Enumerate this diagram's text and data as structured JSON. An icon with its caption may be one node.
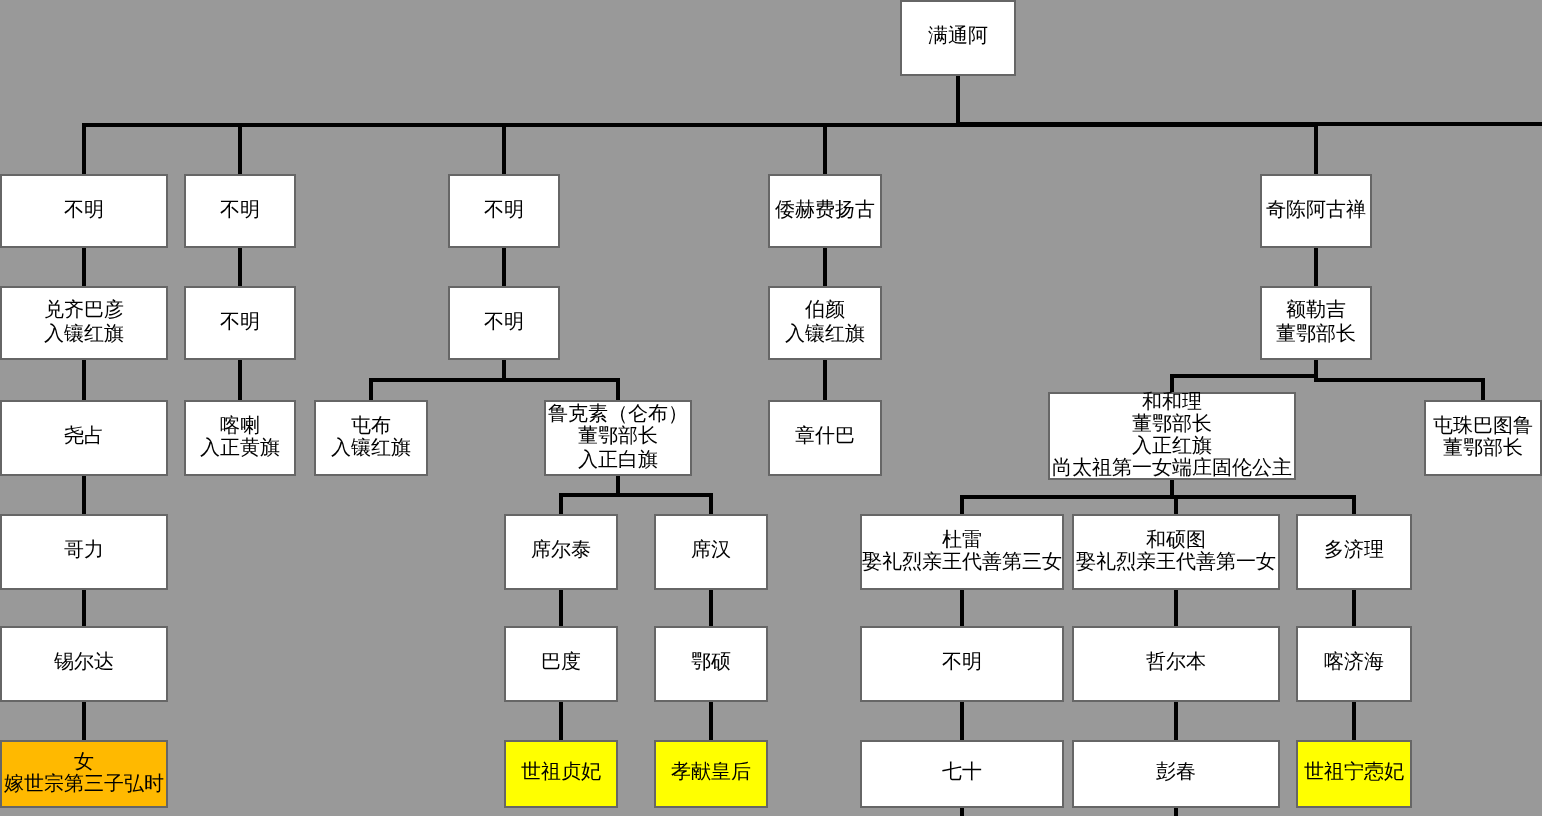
{
  "diagram": {
    "nodes": [
      {
        "text": [
          "满通阿"
        ]
      },
      {
        "text": [
          "不明"
        ]
      },
      {
        "text": [
          "不明"
        ]
      },
      {
        "text": [
          "不明"
        ]
      },
      {
        "text": [
          "倭赫费扬古"
        ]
      },
      {
        "text": [
          "奇陈阿古禅"
        ]
      },
      {
        "text": [
          "兑齐巴彦",
          "入镶红旗"
        ]
      },
      {
        "text": [
          "不明"
        ]
      },
      {
        "text": [
          "不明"
        ]
      },
      {
        "text": [
          "伯颜",
          "入镶红旗"
        ]
      },
      {
        "text": [
          "额勒吉",
          "董鄂部长"
        ]
      },
      {
        "text": [
          "尧占"
        ]
      },
      {
        "text": [
          "喀喇",
          "入正黄旗"
        ]
      },
      {
        "text": [
          "屯布",
          "入镶红旗"
        ]
      },
      {
        "text": [
          "鲁克素（仑布）",
          "董鄂部长",
          "入正白旗"
        ]
      },
      {
        "text": [
          "章什巴"
        ]
      },
      {
        "text": [
          "和和理",
          "董鄂部长",
          "入正红旗",
          "尚太祖第一女端庄固伦公主"
        ]
      },
      {
        "text": [
          "屯珠巴图鲁",
          "董鄂部长"
        ]
      },
      {
        "text": [
          "哥力"
        ]
      },
      {
        "text": [
          "席尔泰"
        ]
      },
      {
        "text": [
          "席汉"
        ]
      },
      {
        "text": [
          "杜雷",
          "娶礼烈亲王代善第三女"
        ]
      },
      {
        "text": [
          "和硕图",
          "娶礼烈亲王代善第一女"
        ]
      },
      {
        "text": [
          "多济理"
        ]
      },
      {
        "text": [
          "锡尔达"
        ]
      },
      {
        "text": [
          "巴度"
        ]
      },
      {
        "text": [
          "鄂硕"
        ]
      },
      {
        "text": [
          "不明"
        ]
      },
      {
        "text": [
          "哲尔本"
        ]
      },
      {
        "text": [
          "喀济海"
        ]
      },
      {
        "text": [
          "女",
          "嫁世宗第三子弘时"
        ]
      },
      {
        "text": [
          "世祖贞妃"
        ]
      },
      {
        "text": [
          "孝献皇后"
        ]
      },
      {
        "text": [
          "七十"
        ]
      },
      {
        "text": [
          "彭春"
        ]
      },
      {
        "text": [
          "世祖宁悫妃"
        ]
      }
    ],
    "edges": [
      {
        "from": 0,
        "to": 1,
        "arrow": "none"
      },
      {
        "from": 0,
        "to": 2,
        "arrow": "none"
      },
      {
        "from": 0,
        "to": 3,
        "arrow": "none"
      },
      {
        "from": 0,
        "to": 4,
        "arrow": "none"
      },
      {
        "from": 0,
        "to": 5,
        "arrow": "none"
      },
      {
        "from": 0,
        "to": null,
        "arrow": "none"
      },
      {
        "from": 1,
        "to": 6,
        "arrow": "none"
      },
      {
        "from": 6,
        "to": 11,
        "arrow": "none"
      },
      {
        "from": 11,
        "to": 18,
        "arrow": "none"
      },
      {
        "from": 18,
        "to": 24,
        "arrow": "none"
      },
      {
        "from": 24,
        "to": 30,
        "arrow": "none"
      },
      {
        "from": 2,
        "to": 7,
        "arrow": "none"
      },
      {
        "from": 7,
        "to": 12,
        "arrow": "none"
      },
      {
        "from": 3,
        "to": 8,
        "arrow": "none"
      },
      {
        "from": 8,
        "to": 13,
        "arrow": "none"
      },
      {
        "from": 8,
        "to": 14,
        "arrow": "none"
      },
      {
        "from": 14,
        "to": 19,
        "arrow": "none"
      },
      {
        "from": 14,
        "to": 20,
        "arrow": "none"
      },
      {
        "from": 19,
        "to": 25,
        "arrow": "none"
      },
      {
        "from": 25,
        "to": 31,
        "arrow": "none"
      },
      {
        "from": 20,
        "to": 26,
        "arrow": "none"
      },
      {
        "from": 26,
        "to": 32,
        "arrow": "none"
      },
      {
        "from": 4,
        "to": 9,
        "arrow": "none"
      },
      {
        "from": 9,
        "to": 15,
        "arrow": "none"
      },
      {
        "from": 5,
        "to": 10,
        "arrow": "none"
      },
      {
        "from": 10,
        "to": 16,
        "arrow": "none"
      },
      {
        "from": 10,
        "to": 17,
        "arrow": "none"
      },
      {
        "from": 16,
        "to": 21,
        "arrow": "none"
      },
      {
        "from": 16,
        "to": 22,
        "arrow": "none"
      },
      {
        "from": 16,
        "to": 23,
        "arrow": "none"
      },
      {
        "from": 21,
        "to": 27,
        "arrow": "none"
      },
      {
        "from": 27,
        "to": 33,
        "arrow": "none"
      },
      {
        "from": 22,
        "to": 28,
        "arrow": "none"
      },
      {
        "from": 28,
        "to": 34,
        "arrow": "none"
      },
      {
        "from": 23,
        "to": 29,
        "arrow": "none"
      },
      {
        "from": 29,
        "to": 35,
        "arrow": "none"
      },
      {
        "from": 33,
        "to": null,
        "arrow": "none"
      },
      {
        "from": 34,
        "to": null,
        "arrow": "none"
      }
    ]
  }
}
